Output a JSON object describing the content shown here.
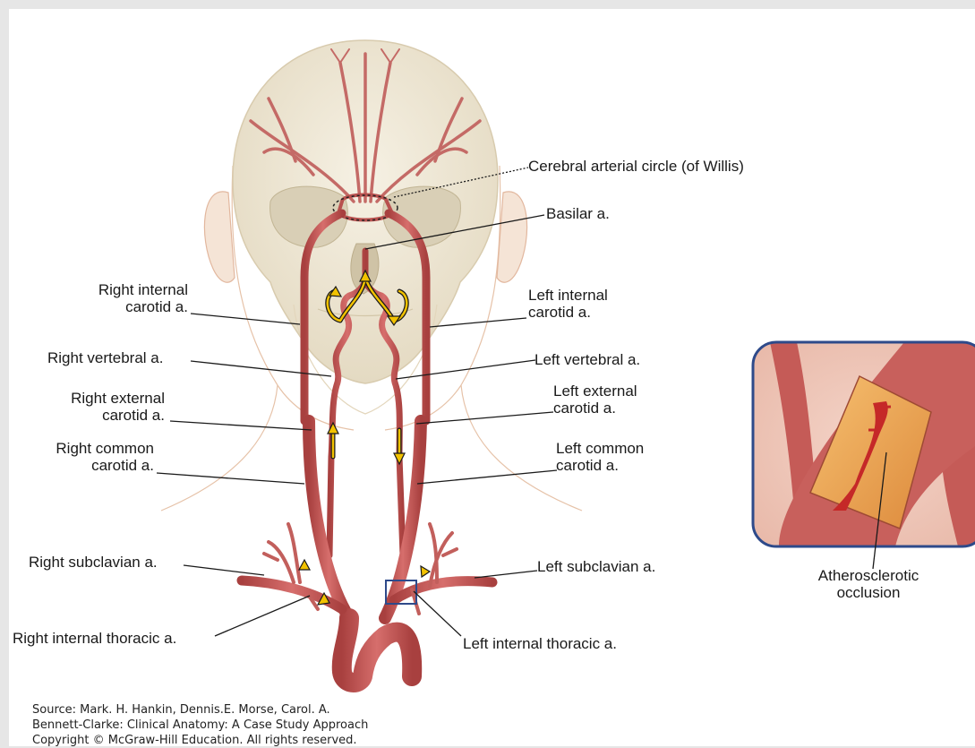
{
  "labels": {
    "circle_of_willis": "Cerebral arterial circle (of Willis)",
    "basilar": "Basilar a.",
    "right_internal_carotid": [
      "Right internal",
      "carotid a."
    ],
    "left_internal_carotid": [
      "Left internal",
      "carotid a."
    ],
    "right_vertebral": "Right vertebral a.",
    "left_vertebral": "Left vertebral a.",
    "right_external_carotid": [
      "Right external",
      "carotid a."
    ],
    "left_external_carotid": [
      "Left external",
      "carotid a."
    ],
    "right_common_carotid": [
      "Right common",
      "carotid a."
    ],
    "left_common_carotid": [
      "Left common",
      "carotid a."
    ],
    "right_subclavian": "Right subclavian a.",
    "left_subclavian": "Left subclavian a.",
    "right_internal_thoracic": "Right internal thoracic a.",
    "left_internal_thoracic": "Left internal thoracic a.",
    "atherosclerotic_occlusion": [
      "Atherosclerotic",
      "occlusion"
    ]
  },
  "source": [
    "Source: Mark. H. Hankin, Dennis.E. Morse, Carol. A.",
    "Bennett-Clarke: Clinical Anatomy: A Case Study Approach",
    "Copyright © McGraw-Hill Education. All rights reserved."
  ],
  "colors": {
    "artery": "#c8585a",
    "artery_dark": "#9e3a3c",
    "skull": "#efe8d8",
    "flow_arrow": "#f2c200",
    "inset_border": "#2e4a8a",
    "plaque": "#e8a44a"
  }
}
